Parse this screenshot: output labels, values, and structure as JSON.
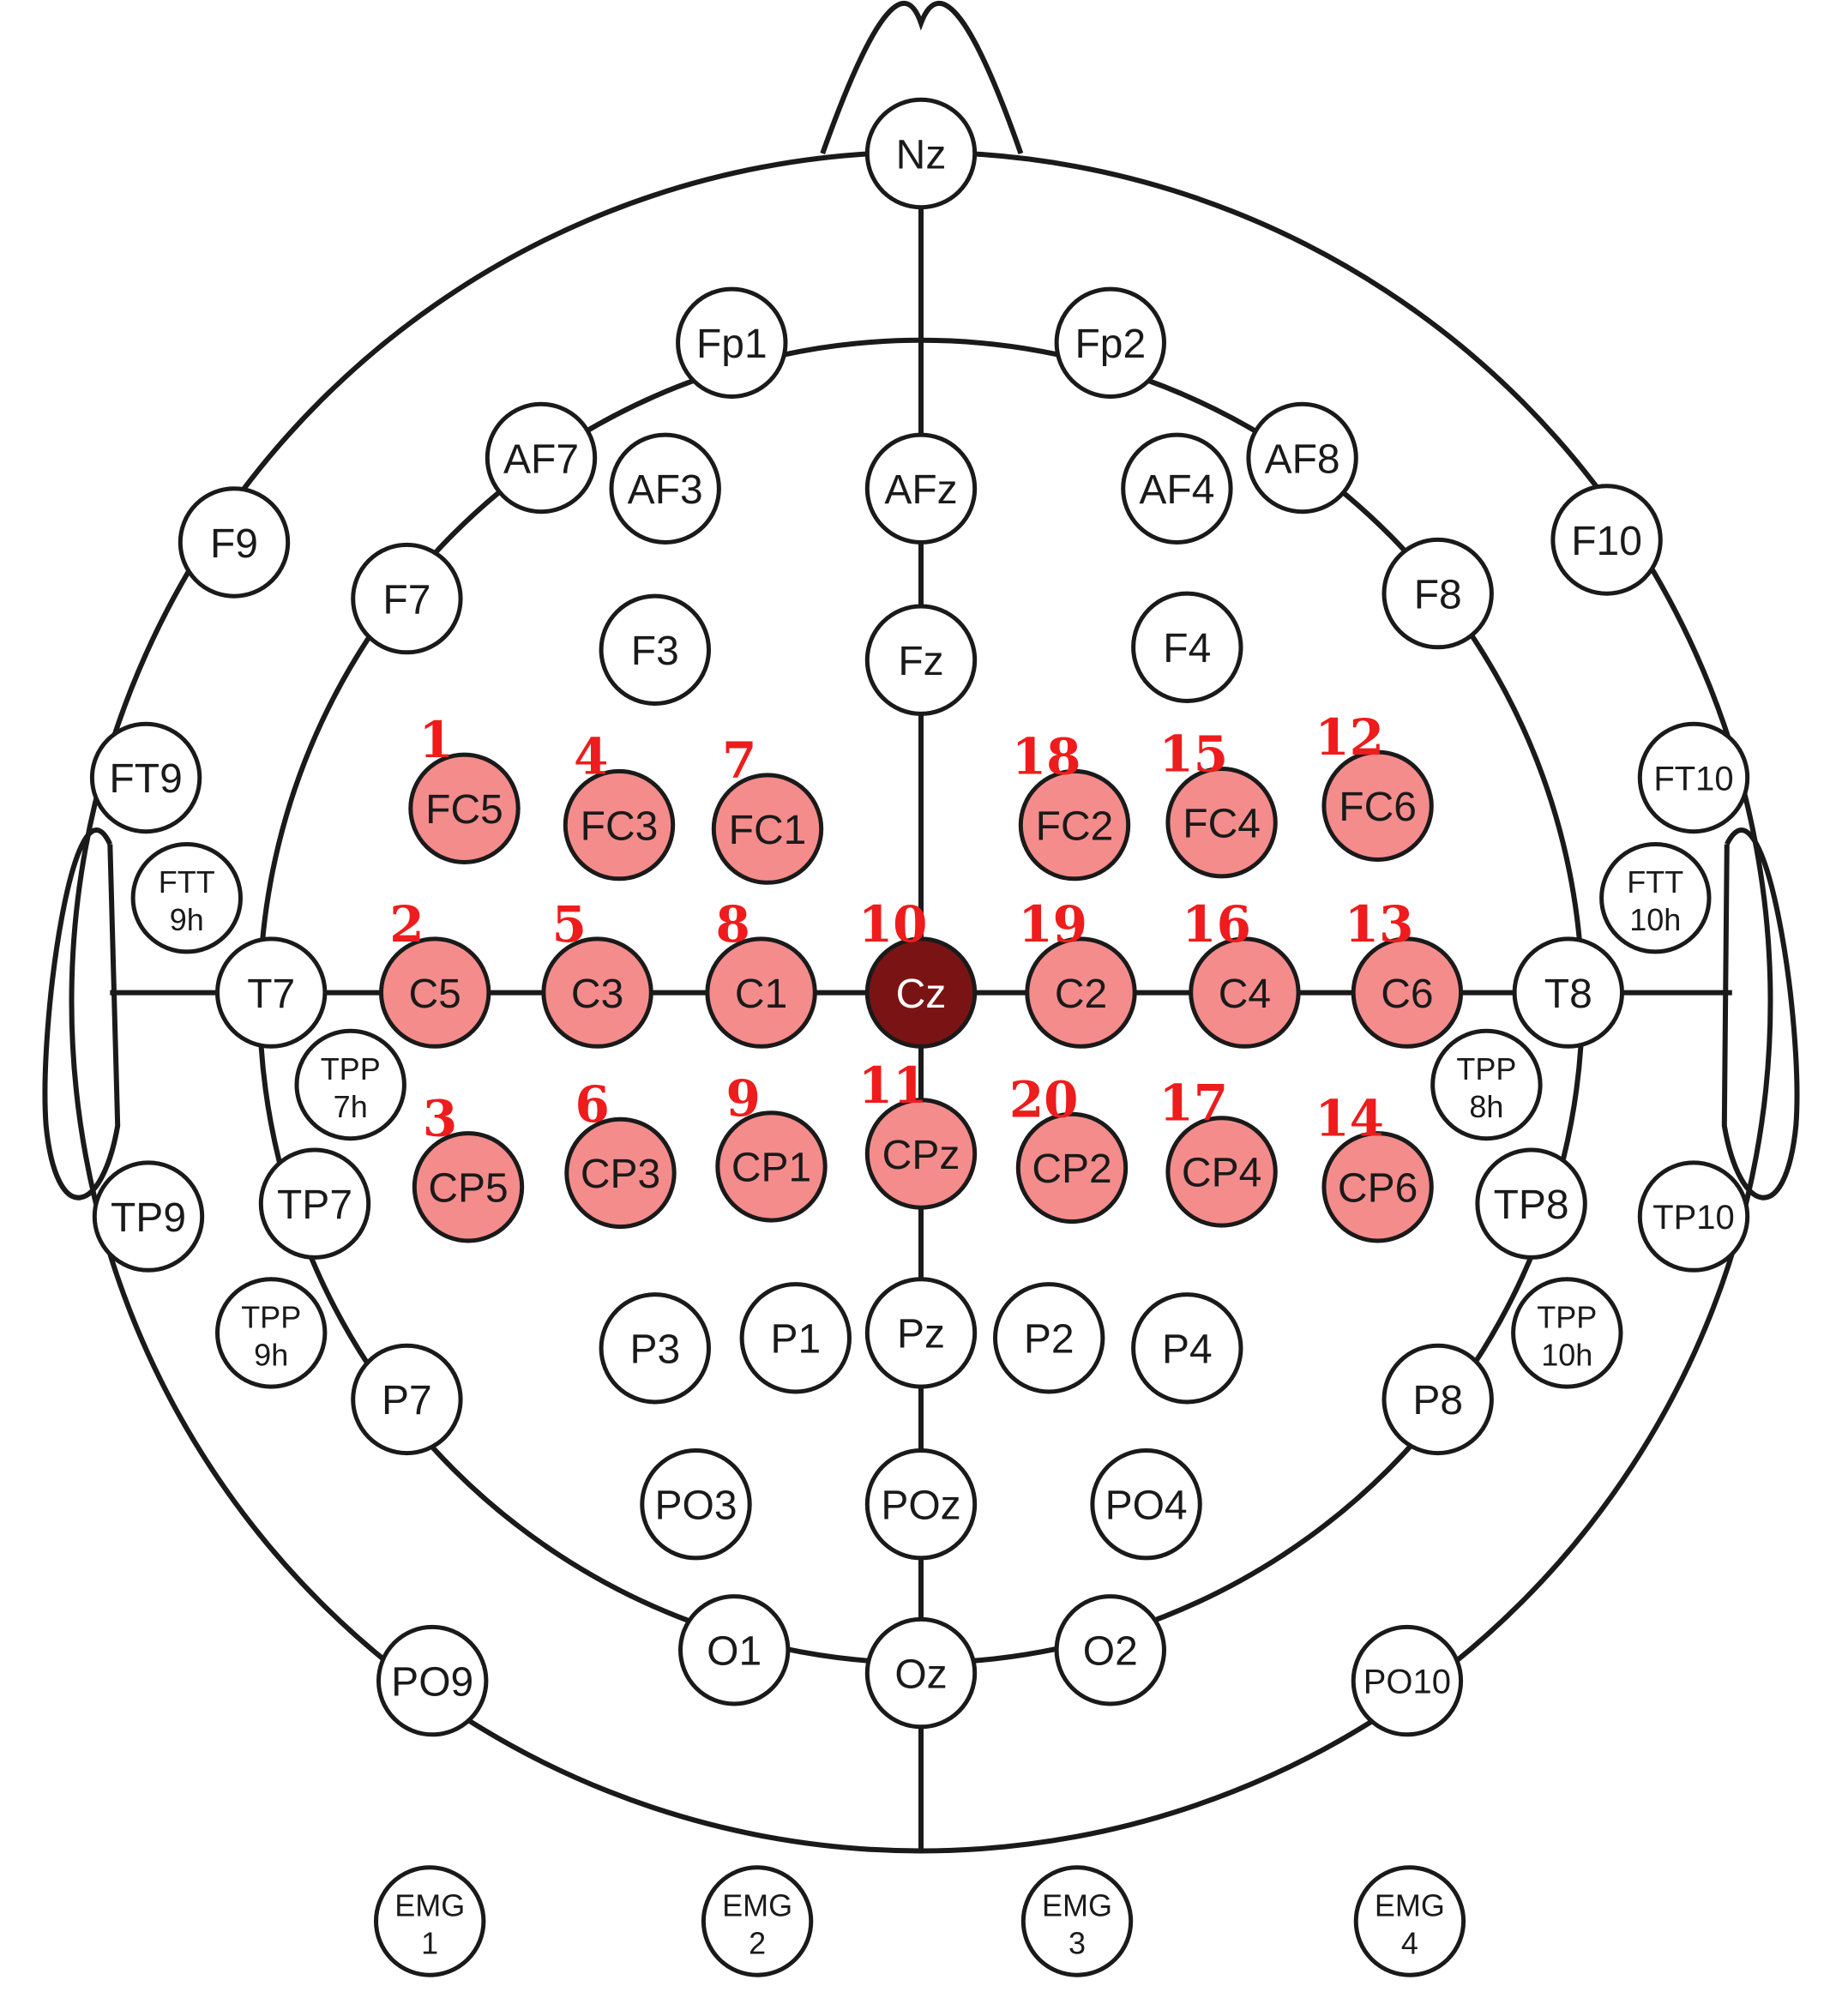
{
  "colors": {
    "outline": "#1a1a1a",
    "electrode_fill": "#ffffff",
    "selected_fill": "#f48c8c",
    "reference_fill": "#7a1414",
    "reference_text": "#ffffff",
    "number_color": "#ee1c1c"
  },
  "electrodes": {
    "Nz": {
      "label": "Nz"
    },
    "Fp1": {
      "label": "Fp1"
    },
    "Fp2": {
      "label": "Fp2"
    },
    "AF7": {
      "label": "AF7"
    },
    "AF3": {
      "label": "AF3"
    },
    "AFz": {
      "label": "AFz"
    },
    "AF4": {
      "label": "AF4"
    },
    "AF8": {
      "label": "AF8"
    },
    "F9": {
      "label": "F9"
    },
    "F7": {
      "label": "F7"
    },
    "F3": {
      "label": "F3"
    },
    "Fz": {
      "label": "Fz"
    },
    "F4": {
      "label": "F4"
    },
    "F8": {
      "label": "F8"
    },
    "F10": {
      "label": "F10"
    },
    "FT9": {
      "label": "FT9"
    },
    "FT10": {
      "label": "FT10"
    },
    "FTT9h": {
      "line1": "FTT",
      "line2": "9h"
    },
    "FTT10h": {
      "line1": "FTT",
      "line2": "10h"
    },
    "FC5": {
      "label": "FC5",
      "number": "1"
    },
    "FC3": {
      "label": "FC3",
      "number": "4"
    },
    "FC1": {
      "label": "FC1",
      "number": "7"
    },
    "FC2": {
      "label": "FC2",
      "number": "18"
    },
    "FC4": {
      "label": "FC4",
      "number": "15"
    },
    "FC6": {
      "label": "FC6",
      "number": "12"
    },
    "T7": {
      "label": "T7"
    },
    "C5": {
      "label": "C5",
      "number": "2"
    },
    "C3": {
      "label": "C3",
      "number": "5"
    },
    "C1": {
      "label": "C1",
      "number": "8"
    },
    "Cz": {
      "label": "Cz",
      "number": "10"
    },
    "C2": {
      "label": "C2",
      "number": "19"
    },
    "C4": {
      "label": "C4",
      "number": "16"
    },
    "C6": {
      "label": "C6",
      "number": "13"
    },
    "T8": {
      "label": "T8"
    },
    "TPP7h": {
      "line1": "TPP",
      "line2": "7h"
    },
    "TPP8h": {
      "line1": "TPP",
      "line2": "8h"
    },
    "CP5": {
      "label": "CP5",
      "number": "3"
    },
    "CP3": {
      "label": "CP3",
      "number": "6"
    },
    "CP1": {
      "label": "CP1",
      "number": "9"
    },
    "CPz": {
      "label": "CPz",
      "number": "11"
    },
    "CP2": {
      "label": "CP2",
      "number": "20"
    },
    "CP4": {
      "label": "CP4",
      "number": "17"
    },
    "CP6": {
      "label": "CP6",
      "number": "14"
    },
    "TP9": {
      "label": "TP9"
    },
    "TP7": {
      "label": "TP7"
    },
    "TP8": {
      "label": "TP8"
    },
    "TP10": {
      "label": "TP10"
    },
    "TPP9h": {
      "line1": "TPP",
      "line2": "9h"
    },
    "TPP10h": {
      "line1": "TPP",
      "line2": "10h"
    },
    "P7": {
      "label": "P7"
    },
    "P3": {
      "label": "P3"
    },
    "P1": {
      "label": "P1"
    },
    "Pz": {
      "label": "Pz"
    },
    "P2": {
      "label": "P2"
    },
    "P4": {
      "label": "P4"
    },
    "P8": {
      "label": "P8"
    },
    "PO3": {
      "label": "PO3"
    },
    "POz": {
      "label": "POz"
    },
    "PO4": {
      "label": "PO4"
    },
    "O1": {
      "label": "O1"
    },
    "Oz": {
      "label": "Oz"
    },
    "O2": {
      "label": "O2"
    },
    "PO9": {
      "label": "PO9"
    },
    "PO10": {
      "label": "PO10"
    },
    "EMG1": {
      "line1": "EMG",
      "line2": "1"
    },
    "EMG2": {
      "line1": "EMG",
      "line2": "2"
    },
    "EMG3": {
      "line1": "EMG",
      "line2": "3"
    },
    "EMG4": {
      "line1": "EMG",
      "line2": "4"
    }
  }
}
